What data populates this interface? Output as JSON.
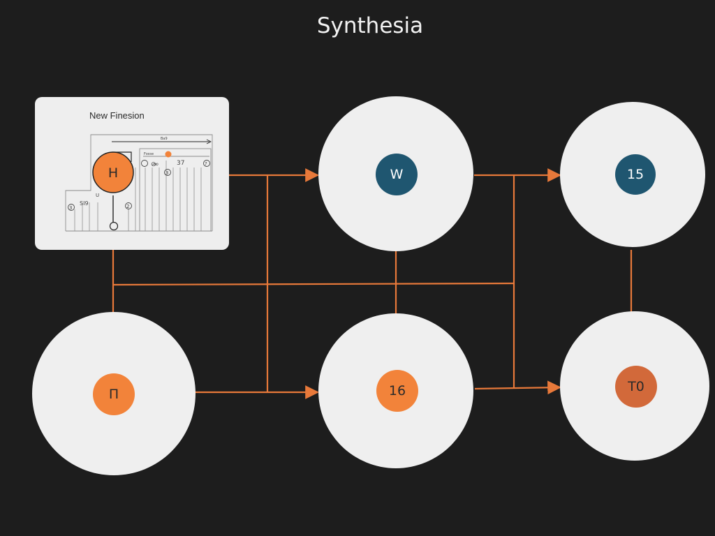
{
  "title": "Synthesia",
  "panel": {
    "title": "New Finesion",
    "node_label": "H",
    "tiny_labels": {
      "top_bar": "Ba9",
      "inner_head": "Fosse",
      "left_tag": "SI9",
      "mid_tag": "U",
      "sym_a": "⊘",
      "sym_b": "∞",
      "sym_c": "3",
      "sym_d": "37",
      "sym_e": "?",
      "sym_f": "3",
      "sym_g": "2"
    }
  },
  "nodes": [
    {
      "id": "w",
      "label": "W",
      "color": "#1f5670"
    },
    {
      "id": "n15",
      "label": "15",
      "color": "#1f5670"
    },
    {
      "id": "n11",
      "label": "П",
      "color": "#f2833a"
    },
    {
      "id": "n16",
      "label": "16",
      "color": "#f2833a"
    },
    {
      "id": "n10",
      "label": "T0",
      "color": "#d2693a"
    }
  ],
  "colors": {
    "background": "#1d1d1d",
    "connector": "#e8793a",
    "node_fill": "#efefef",
    "accent_orange": "#f2833a",
    "accent_teal": "#1f5670"
  }
}
